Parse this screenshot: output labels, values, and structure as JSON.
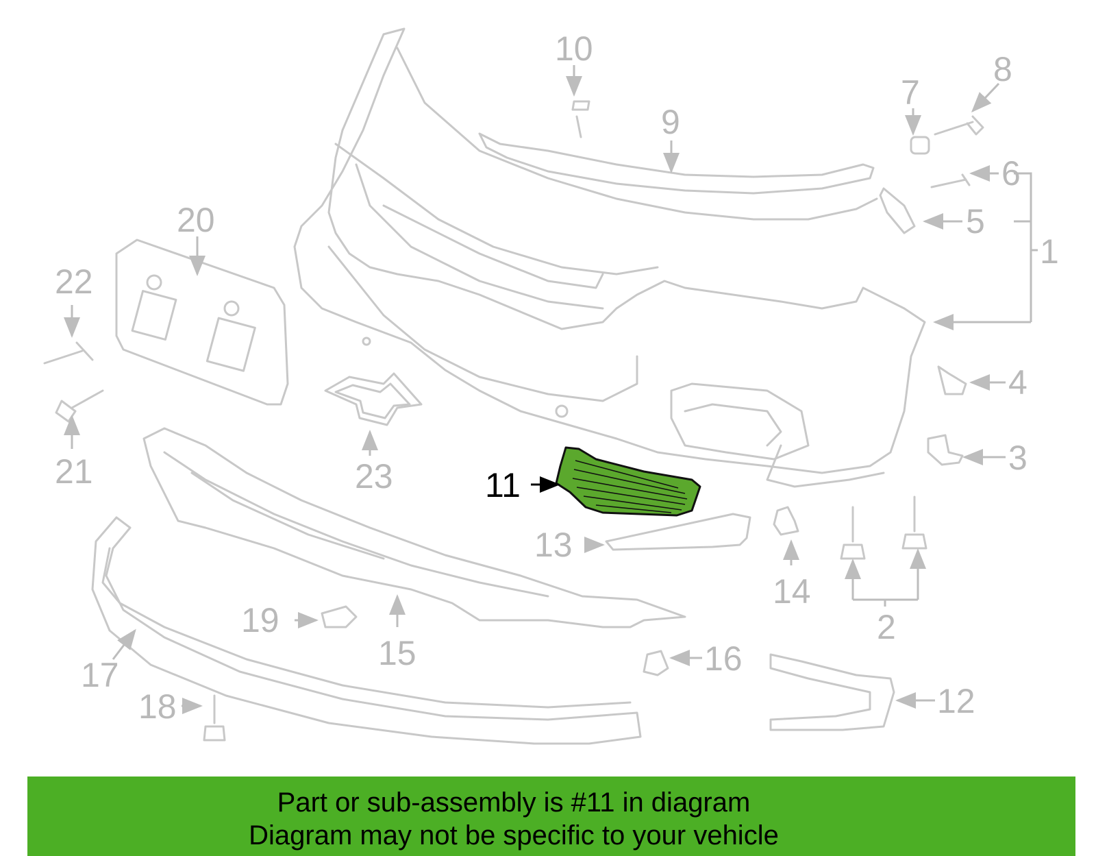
{
  "diagram": {
    "highlighted_part": "11",
    "highlight_color": "#5ba82d",
    "callouts": [
      "1",
      "2",
      "3",
      "4",
      "5",
      "6",
      "7",
      "8",
      "9",
      "10",
      "11",
      "12",
      "13",
      "14",
      "15",
      "16",
      "17",
      "18",
      "19",
      "20",
      "21",
      "22",
      "23"
    ]
  },
  "banner": {
    "line1": "Part or sub-assembly is #11 in diagram",
    "line2": "Diagram may not be specific to your vehicle",
    "color": "#4caf25"
  }
}
